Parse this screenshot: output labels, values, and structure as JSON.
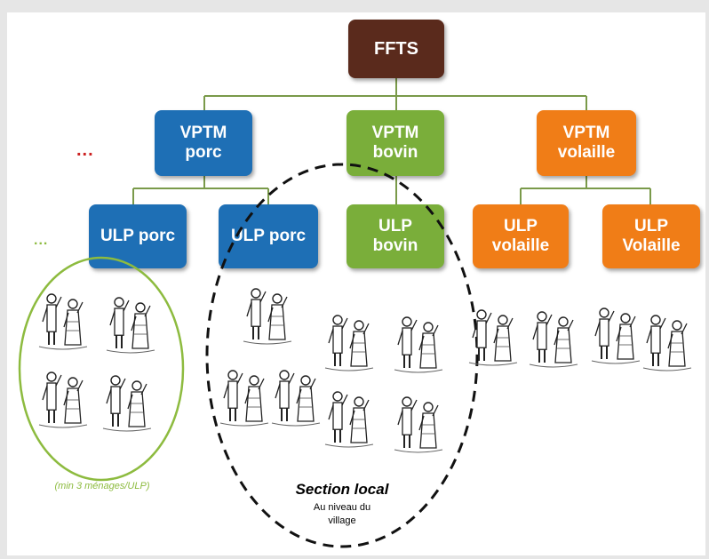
{
  "colors": {
    "root": "#5a2a1c",
    "porc": "#1e6fb5",
    "bovin": "#7aae3a",
    "volaille": "#f07d17",
    "connector": "#7a9a4a",
    "ellipse_green": "#8dbb3f",
    "dots_red": "#cc2222",
    "dots_green": "#8dbb3f"
  },
  "nodes": {
    "root": "FFTS",
    "vptm_porc": "VPTM\nporc",
    "vptm_bovin": "VPTM\nbovin",
    "vptm_volaille": "VPTM\nvolaille",
    "ulp_porc_1": "ULP porc",
    "ulp_porc_2": "ULP porc",
    "ulp_bovin": "ULP\nbovin",
    "ulp_volaille_1": "ULP\nvolaille",
    "ulp_volaille_2": "ULP\nVolaille"
  },
  "ellipsis_left_top": "...",
  "ellipsis_left_mid": "...",
  "section": {
    "title": "Section local",
    "subtitle": "Au niveau du\nvillage"
  },
  "min_members_caption": "(min 3 ménages/ULP)",
  "icons": {
    "people": "farmer-couple-icon"
  }
}
